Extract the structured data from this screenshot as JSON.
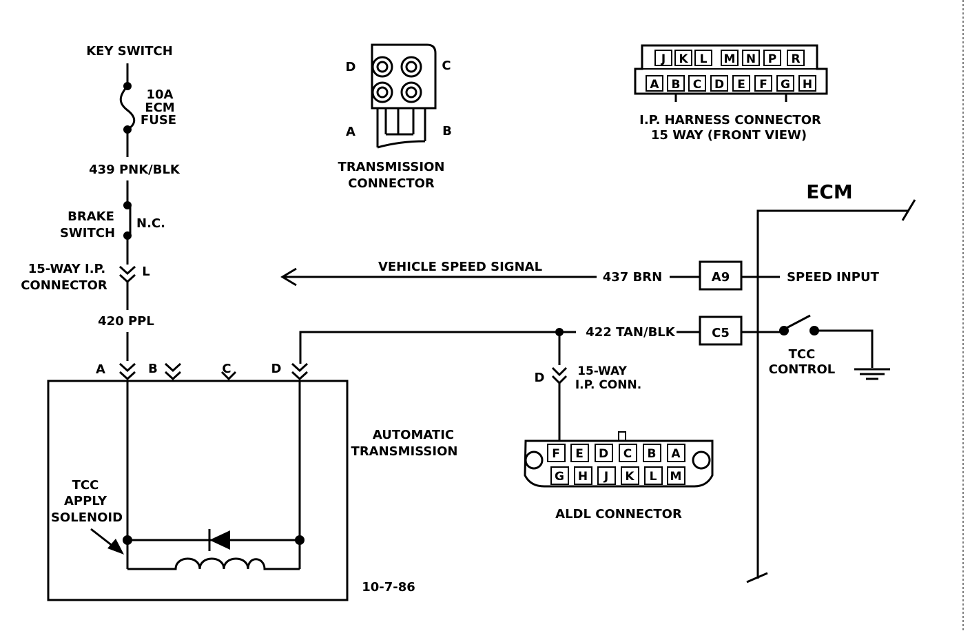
{
  "power": {
    "key_switch": "KEY SWITCH",
    "fuse": [
      "10A",
      "ECM",
      "FUSE"
    ],
    "wire_439": "439  PNK/BLK",
    "brake_switch": [
      "BRAKE",
      "SWITCH"
    ],
    "nc": "N.C.",
    "ip_connector": [
      "15-WAY I.P.",
      "CONNECTOR"
    ],
    "ip_pin": "L",
    "wire_420": "420 PPL"
  },
  "transmission_connector": {
    "pins": [
      "A",
      "B",
      "C",
      "D"
    ],
    "label": [
      "TRANSMISSION",
      "CONNECTOR"
    ]
  },
  "ip_harness": {
    "top_row": [
      "J",
      "K",
      "L",
      "M",
      "N",
      "P",
      "R"
    ],
    "bottom_row": [
      "A",
      "B",
      "C",
      "D",
      "E",
      "F",
      "G",
      "H"
    ],
    "label": [
      "I.P. HARNESS CONNECTOR",
      "15 WAY  (FRONT VIEW)"
    ]
  },
  "ecm": {
    "title": "ECM",
    "vss_label": "VEHICLE SPEED SIGNAL",
    "wire_437": "437 BRN",
    "pin_a9": "A9",
    "speed_input": "SPEED INPUT",
    "wire_422": "422  TAN/BLK",
    "pin_c5": "C5",
    "tcc_control": [
      "TCC",
      "CONTROL"
    ]
  },
  "trans_pins": [
    "A",
    "B",
    "C",
    "D"
  ],
  "ip_conn_small": {
    "pin": "D",
    "label": [
      "15-WAY",
      "I.P. CONN."
    ]
  },
  "automatic_transmission": [
    "AUTOMATIC",
    "TRANSMISSION"
  ],
  "tcc_solenoid": [
    "TCC",
    "APPLY",
    "SOLENOID"
  ],
  "aldl": {
    "top_row": [
      "F",
      "E",
      "D",
      "C",
      "B",
      "A"
    ],
    "bottom_row": [
      "G",
      "H",
      "J",
      "K",
      "L",
      "M"
    ],
    "label": "ALDL CONNECTOR"
  },
  "date": "10-7-86"
}
